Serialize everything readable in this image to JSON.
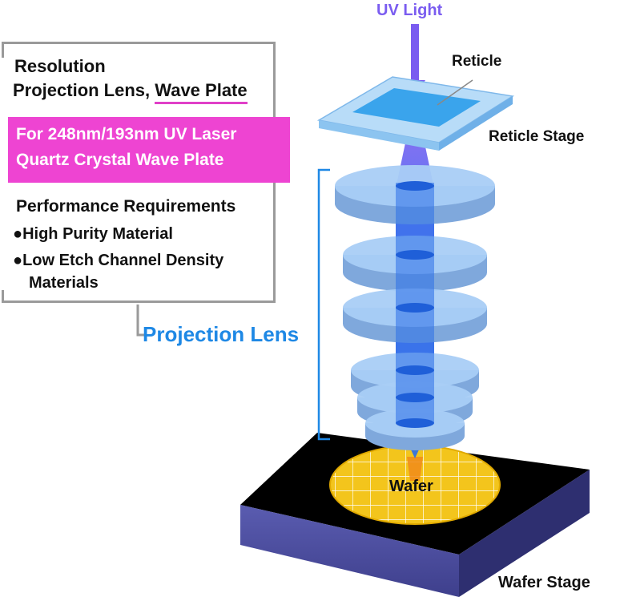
{
  "labels": {
    "uv_light": "UV Light",
    "reticle": "Reticle",
    "reticle_stage": "Reticle Stage",
    "projection_lens": "Projection Lens",
    "wafer": "Wafer",
    "wafer_stage": "Wafer Stage"
  },
  "callout": {
    "title_line1": "Resolution",
    "title_line2_prefix": "Projection Lens, ",
    "title_line2_highlight": "Wave Plate",
    "pink_line1": "For 248nm/193nm UV Laser",
    "pink_line2": "Quartz Crystal Wave Plate",
    "performance_title": "Performance Requirements",
    "bullets": [
      "High Purity Material",
      "Low Etch Channel Density",
      "Materials"
    ]
  },
  "colors": {
    "uv_light": "#7a5cf0",
    "projection_lens_label": "#1e88e5",
    "highlight_box": "#ee44d2",
    "lens": "#a9cdf5",
    "beam": "#3a6cf0",
    "wafer": "#f3c51c",
    "wafer_stage_top": "#000000",
    "wafer_stage_side": "#4b4fa0"
  }
}
